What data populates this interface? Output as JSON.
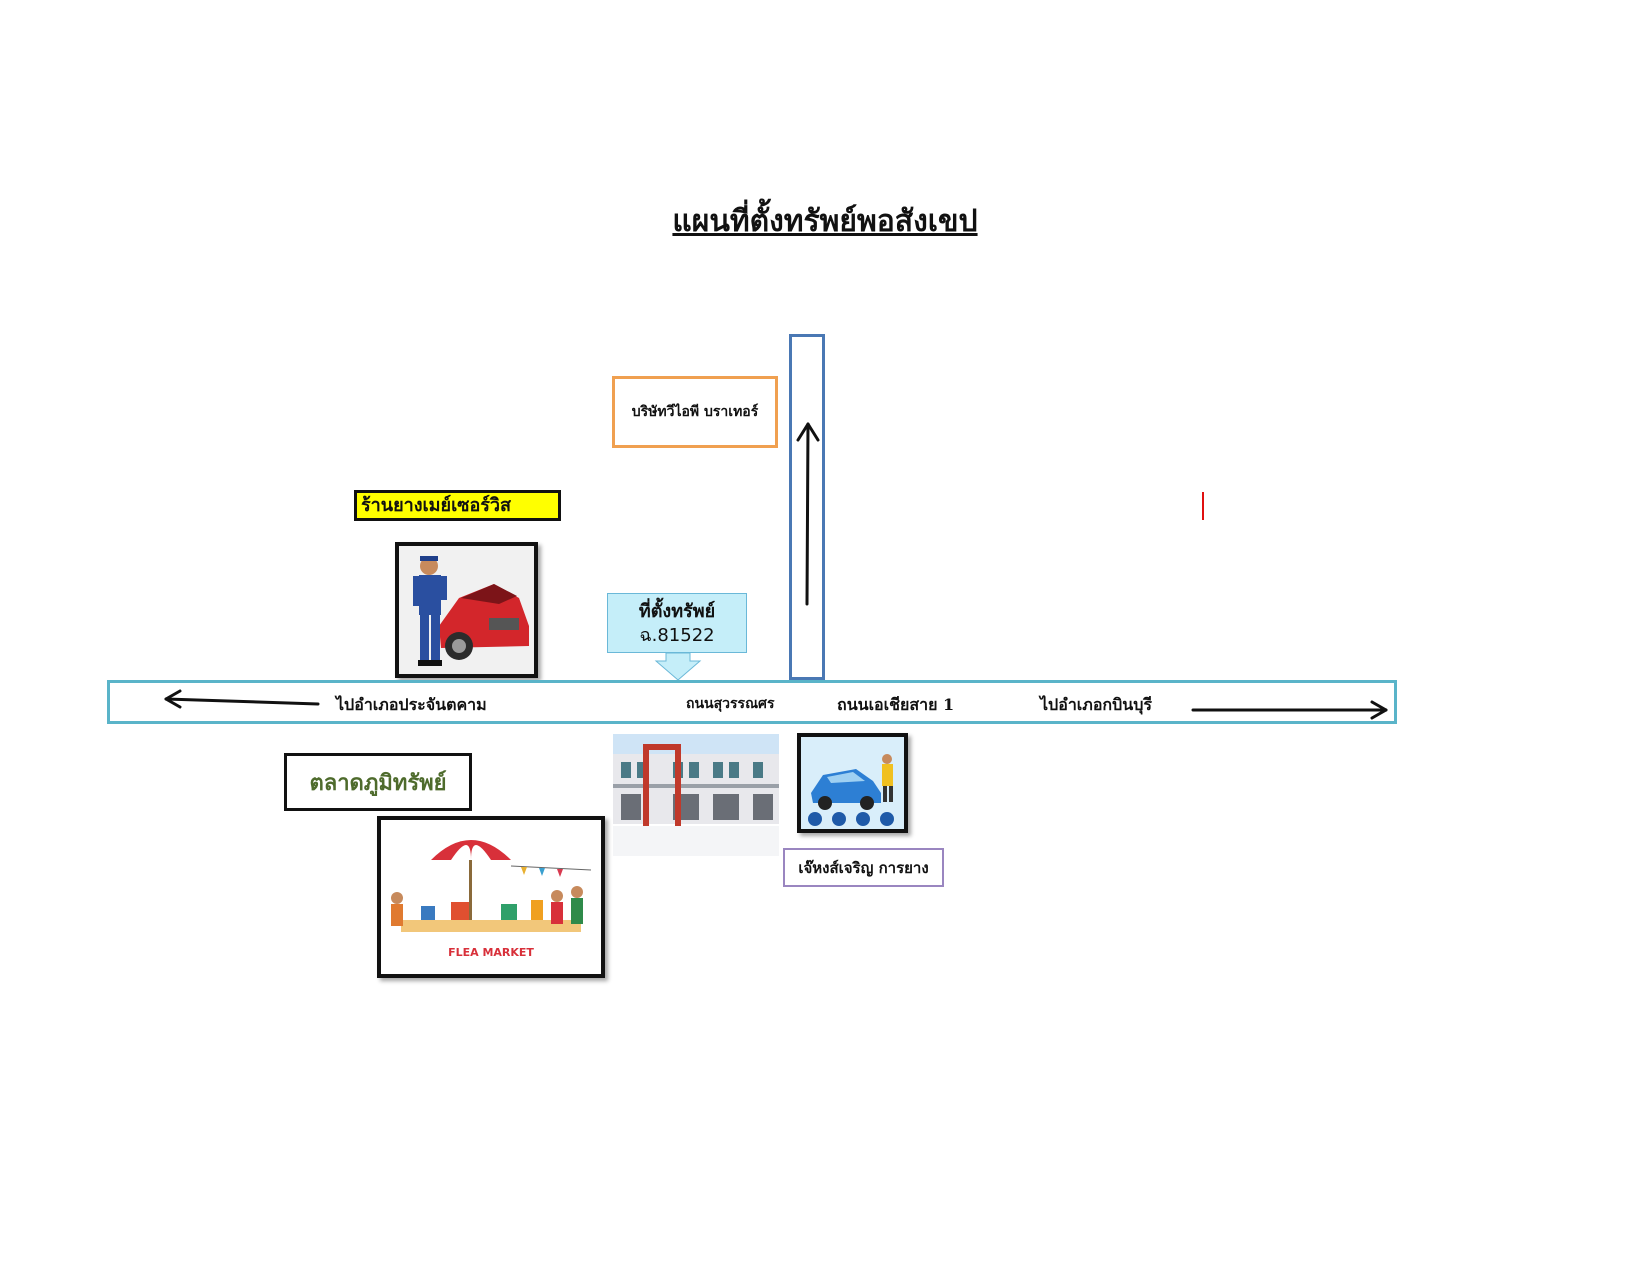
{
  "title": "แผนที่ตั้งทรัพย์พอสังเขป",
  "roads": {
    "main_left_label": "ไปอำเภอประจันตคาม",
    "main_center_label_1": "ถนนสุวรรณศร",
    "main_center_label_2": "ถนนเอเชียสาย 1",
    "main_right_label": "ไปอำเภอกบินบุรี"
  },
  "landmarks": {
    "company": "บริษัทวีไอพี บราเทอร์",
    "tire_shop": "ร้านยางเมย์เซอร์วิส",
    "market": "ตลาดภูมิทรัพย์",
    "car_wash": "เจ๊หงส์เจริญ การยาง",
    "flea_market_caption": "FLEA MARKET"
  },
  "property": {
    "line1": "ที่ตั้งทรัพย์",
    "line2": "ฉ.81522"
  },
  "colors": {
    "main_road_border": "#5ab4c9",
    "side_road_border": "#4a78b4",
    "company_border": "#f0a050",
    "tire_shop_bg": "#ffff00",
    "callout_bg": "#c5eef9",
    "market_text": "#4e6b2c",
    "car_wash_border": "#9a86c0"
  }
}
